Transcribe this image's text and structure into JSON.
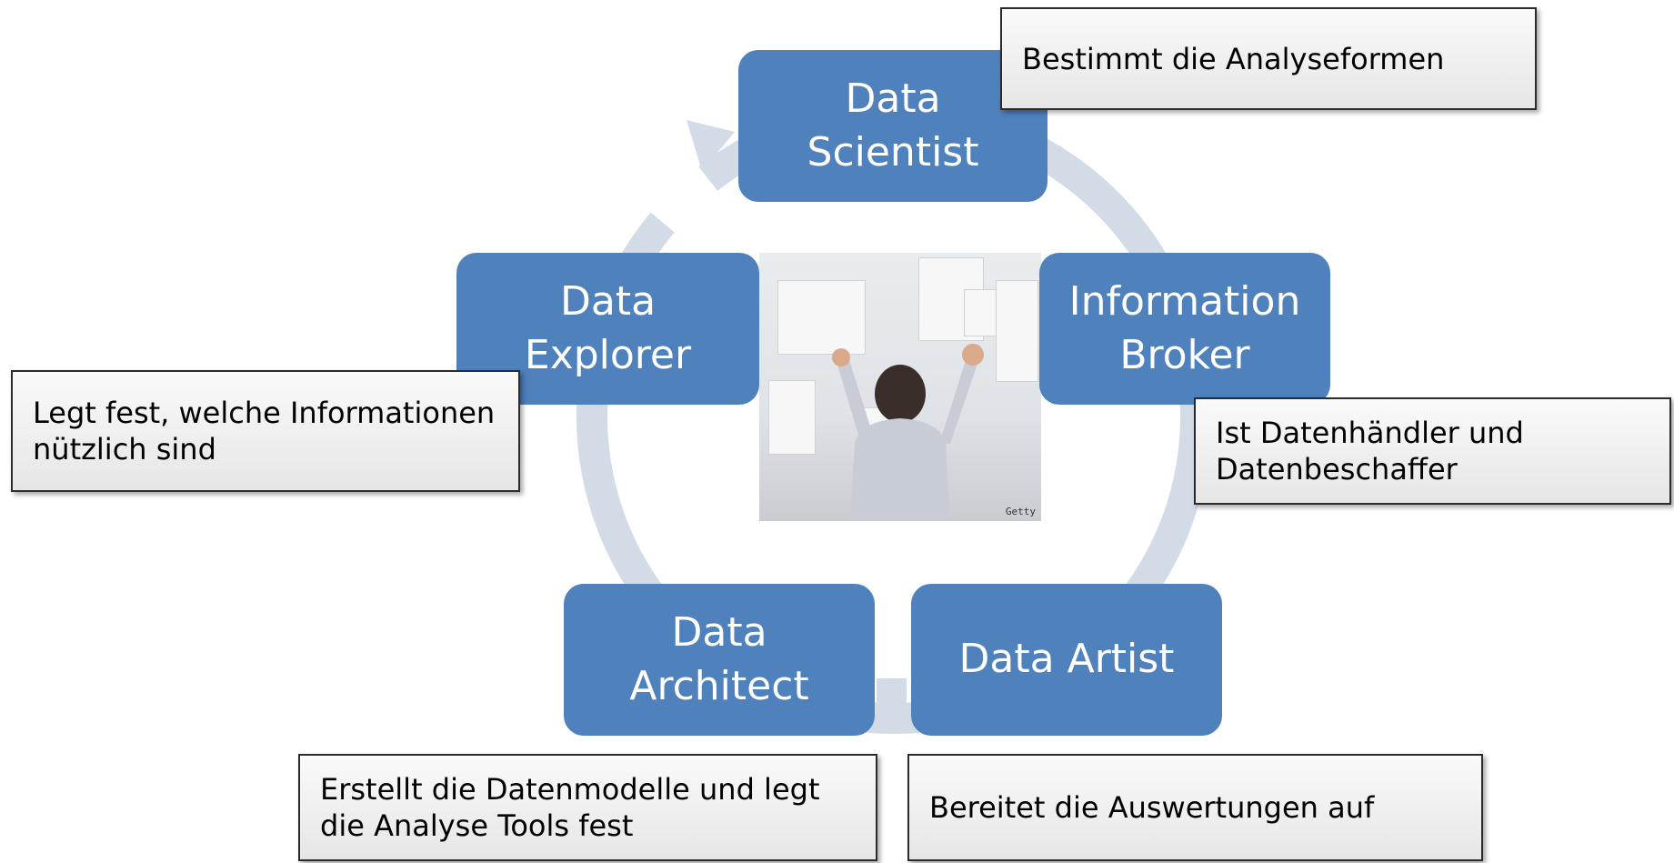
{
  "colors": {
    "node_fill": "#4f81bd",
    "node_text": "#ffffff",
    "cycle_arrow": "#d3dbe7",
    "callout_border": "#2b2b2b"
  },
  "nodes": [
    {
      "id": "data-scientist",
      "label": "Data Scientist"
    },
    {
      "id": "information-broker",
      "label": "Information Broker"
    },
    {
      "id": "data-artist",
      "label": "Data Artist"
    },
    {
      "id": "data-architect",
      "label": "Data Architect"
    },
    {
      "id": "data-explorer",
      "label": "Data Explorer"
    }
  ],
  "callouts": {
    "data_scientist": "Bestimmt die Analyseformen",
    "information_broker": "Ist Datenhändler und Datenbeschaffer",
    "data_artist": "Bereitet die Auswertungen auf",
    "data_architect": "Erstellt die Datenmodelle und legt die Analyse Tools fest",
    "data_explorer": "Legt fest, welche Informationen nützlich sind"
  },
  "image": {
    "subject": "man-analyzing-charts-photo",
    "credit": "Getty"
  }
}
